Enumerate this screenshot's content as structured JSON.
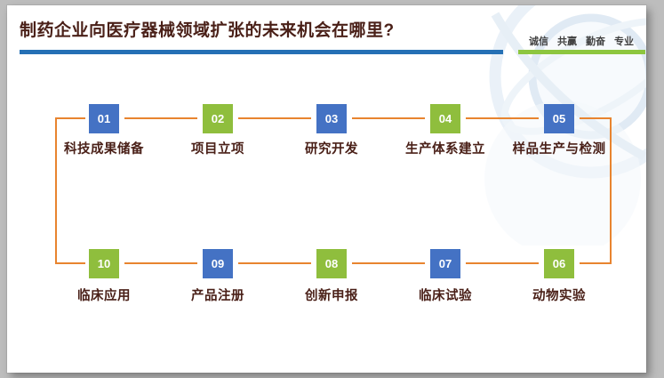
{
  "header": {
    "title": "制药企业向医疗器械领域扩张的未来机会在哪里?",
    "slogan_words": [
      "诚信",
      "共赢",
      "勤奋",
      "专业"
    ]
  },
  "flow": {
    "top": [
      {
        "num": "01",
        "label": "科技成果储备",
        "color": "#4472c4"
      },
      {
        "num": "02",
        "label": "项目立项",
        "color": "#8fbe3d"
      },
      {
        "num": "03",
        "label": "研究开发",
        "color": "#4472c4"
      },
      {
        "num": "04",
        "label": "生产体系建立",
        "color": "#8fbe3d"
      },
      {
        "num": "05",
        "label": "样品生产与检测",
        "color": "#4472c4"
      }
    ],
    "bottom": [
      {
        "num": "10",
        "label": "临床应用",
        "color": "#8fbe3d"
      },
      {
        "num": "09",
        "label": "产品注册",
        "color": "#4472c4"
      },
      {
        "num": "08",
        "label": "创新申报",
        "color": "#8fbe3d"
      },
      {
        "num": "07",
        "label": "临床试验",
        "color": "#4472c4"
      },
      {
        "num": "06",
        "label": "动物实验",
        "color": "#8fbe3d"
      }
    ]
  },
  "colors": {
    "box_blue": "#4472c4",
    "box_green": "#8fbe3d",
    "connector_orange": "#e8842f",
    "title_underline_blue": "#2570b5",
    "slogan_underline_green": "#8dc63f",
    "title_text": "#4a2018",
    "step_label_text": "#4a2018",
    "slogan_text": "#404040",
    "slide_background": "#ffffff",
    "canvas_background": "#bdbdbd"
  }
}
